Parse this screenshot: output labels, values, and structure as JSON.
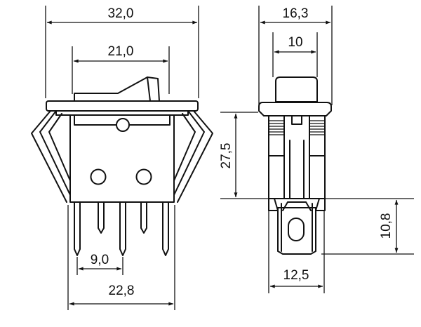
{
  "front_view": {
    "dims": {
      "overall_width": "32,0",
      "rocker_width": "21,0",
      "pin_spacing": "9,0",
      "pin_span": "22,8"
    }
  },
  "side_view": {
    "dims": {
      "flange_width": "16,3",
      "cap_width": "10",
      "body_height": "27,5",
      "pin_length": "10,8",
      "base_width": "12,5"
    }
  },
  "colors": {
    "ink": "#111111",
    "background": "#ffffff"
  }
}
